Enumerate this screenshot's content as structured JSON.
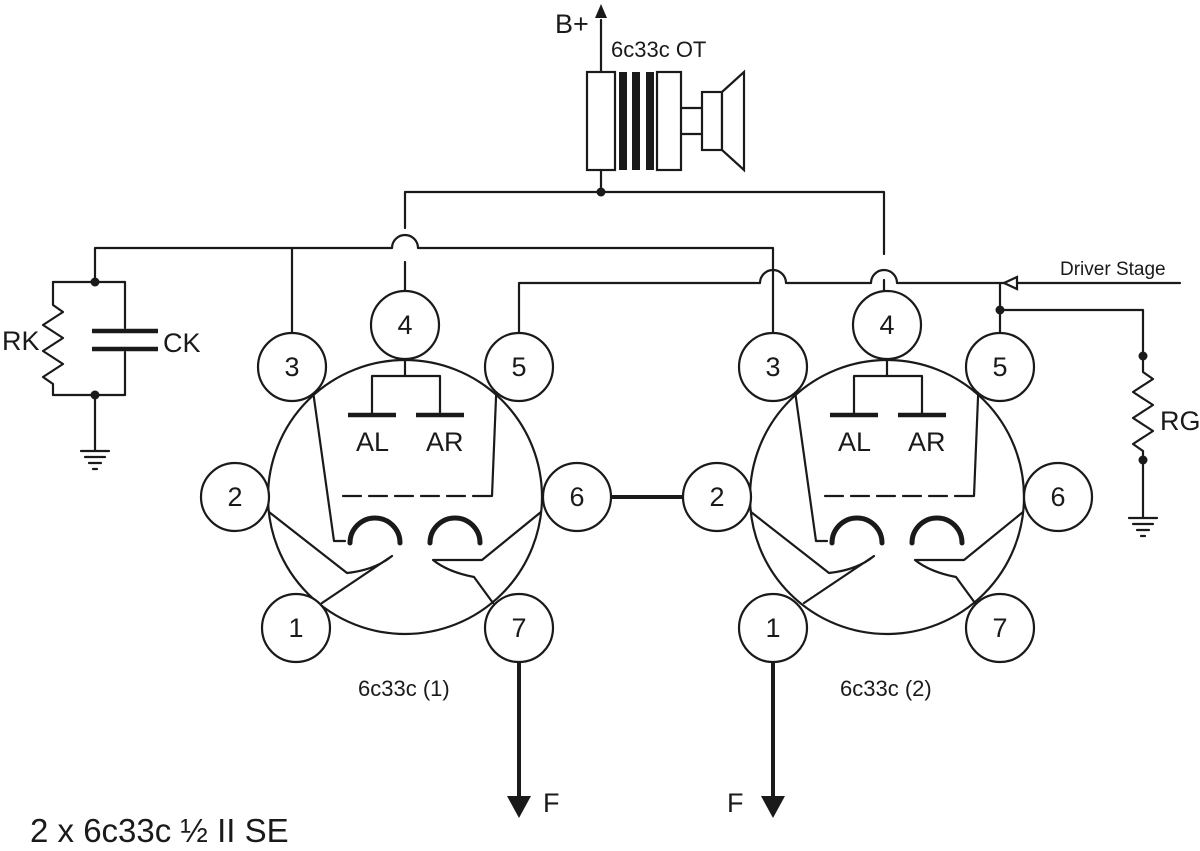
{
  "supply_label": "B+",
  "transformer_label": "6c33c OT",
  "driver_label": "Driver Stage",
  "rk_label": "RK",
  "ck_label": "CK",
  "rg_label": "RG",
  "filament_left_label": "F",
  "filament_right_label": "F",
  "title": "2 x 6c33c ½ II SE",
  "tubes": [
    {
      "label": "6c33c (1)",
      "pins": [
        "1",
        "2",
        "3",
        "4",
        "5",
        "6",
        "7"
      ],
      "anode_left": "AL",
      "anode_right": "AR"
    },
    {
      "label": "6c33c (2)",
      "pins": [
        "1",
        "2",
        "3",
        "4",
        "5",
        "6",
        "7"
      ],
      "anode_left": "AL",
      "anode_right": "AR"
    }
  ]
}
